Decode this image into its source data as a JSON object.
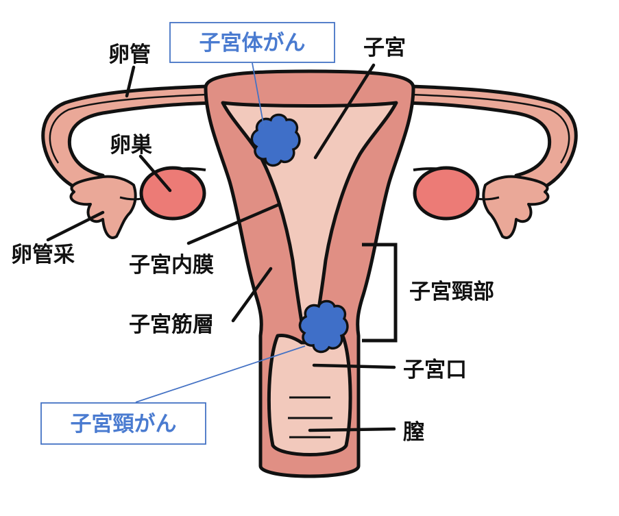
{
  "labels": {
    "fallopian_tube": "卵管",
    "ovary": "卵巣",
    "fimbriae": "卵管采",
    "uterus": "子宮",
    "endometrium": "子宮内膜",
    "myometrium": "子宮筋層",
    "cervix": "子宮頸部",
    "cervical_os": "子宮口",
    "vagina": "膣"
  },
  "cancer_labels": {
    "endometrial_cancer": "子宮体がん",
    "cervical_cancer": "子宮頸がん"
  },
  "colors": {
    "outline": "#111111",
    "tube": "#eaa898",
    "uterus_wall": "#e08f84",
    "cavity": "#f2c9bc",
    "ovary": "#ec7b76",
    "tumor": "#3f6fc8",
    "callout_border": "#4472c4",
    "callout_text": "#4a7bd0"
  }
}
